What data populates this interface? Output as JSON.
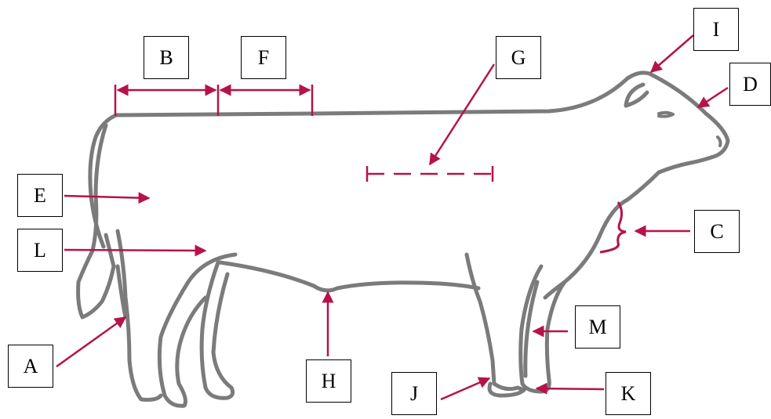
{
  "colors": {
    "outline": "#7b7b7b",
    "arrow": "#b5134b",
    "box_border": "#000000"
  },
  "labels": {
    "A": "A",
    "B": "B",
    "C": "C",
    "D": "D",
    "E": "E",
    "F": "F",
    "G": "G",
    "H": "H",
    "I": "I",
    "J": "J",
    "K": "K",
    "L": "L",
    "M": "M"
  }
}
